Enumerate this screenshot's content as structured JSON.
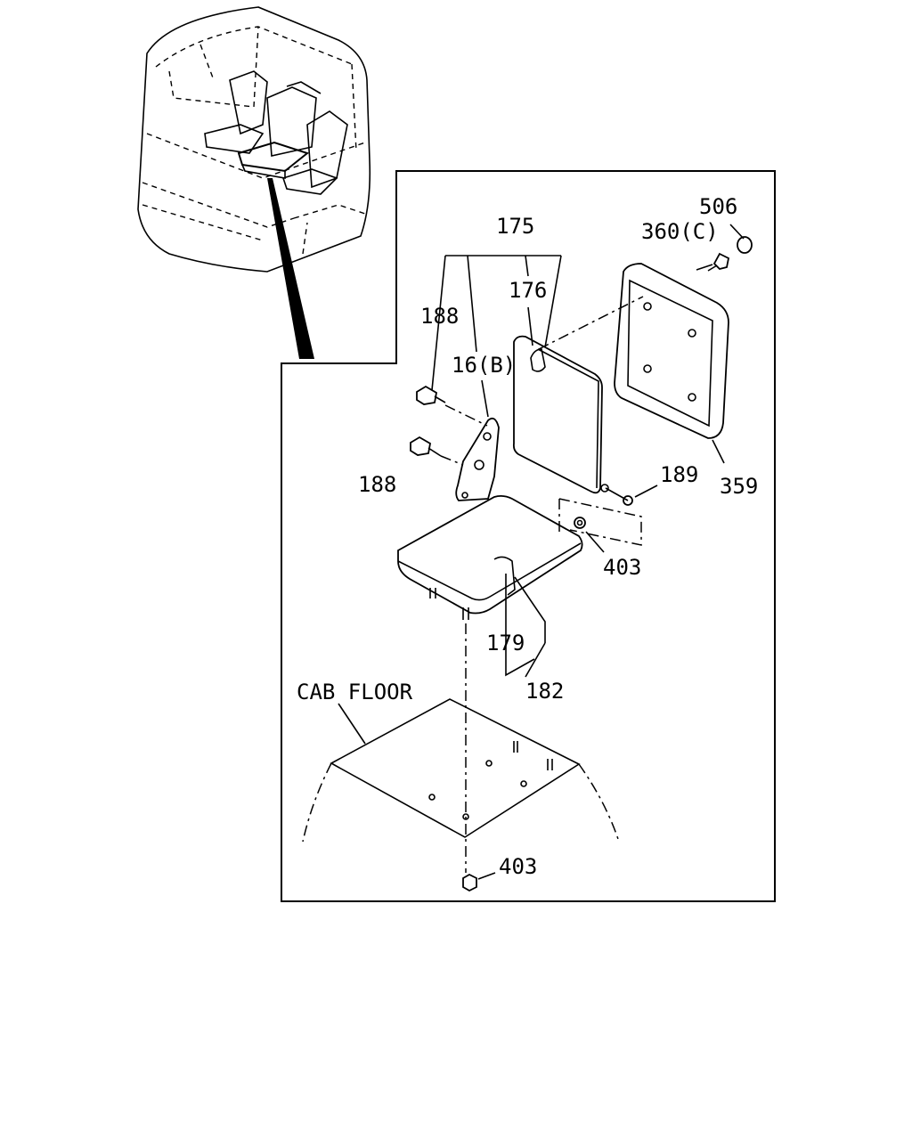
{
  "diagram": {
    "labels": {
      "p506": "506",
      "p360c": "360(C)",
      "p175": "175",
      "p176": "176",
      "p188_top": "188",
      "p16b": "16(B)",
      "p188_bottom": "188",
      "p189": "189",
      "p359": "359",
      "p403_top": "403",
      "p179": "179",
      "p182": "182",
      "cab_floor": "CAB FLOOR",
      "p403_bottom": "403"
    }
  }
}
